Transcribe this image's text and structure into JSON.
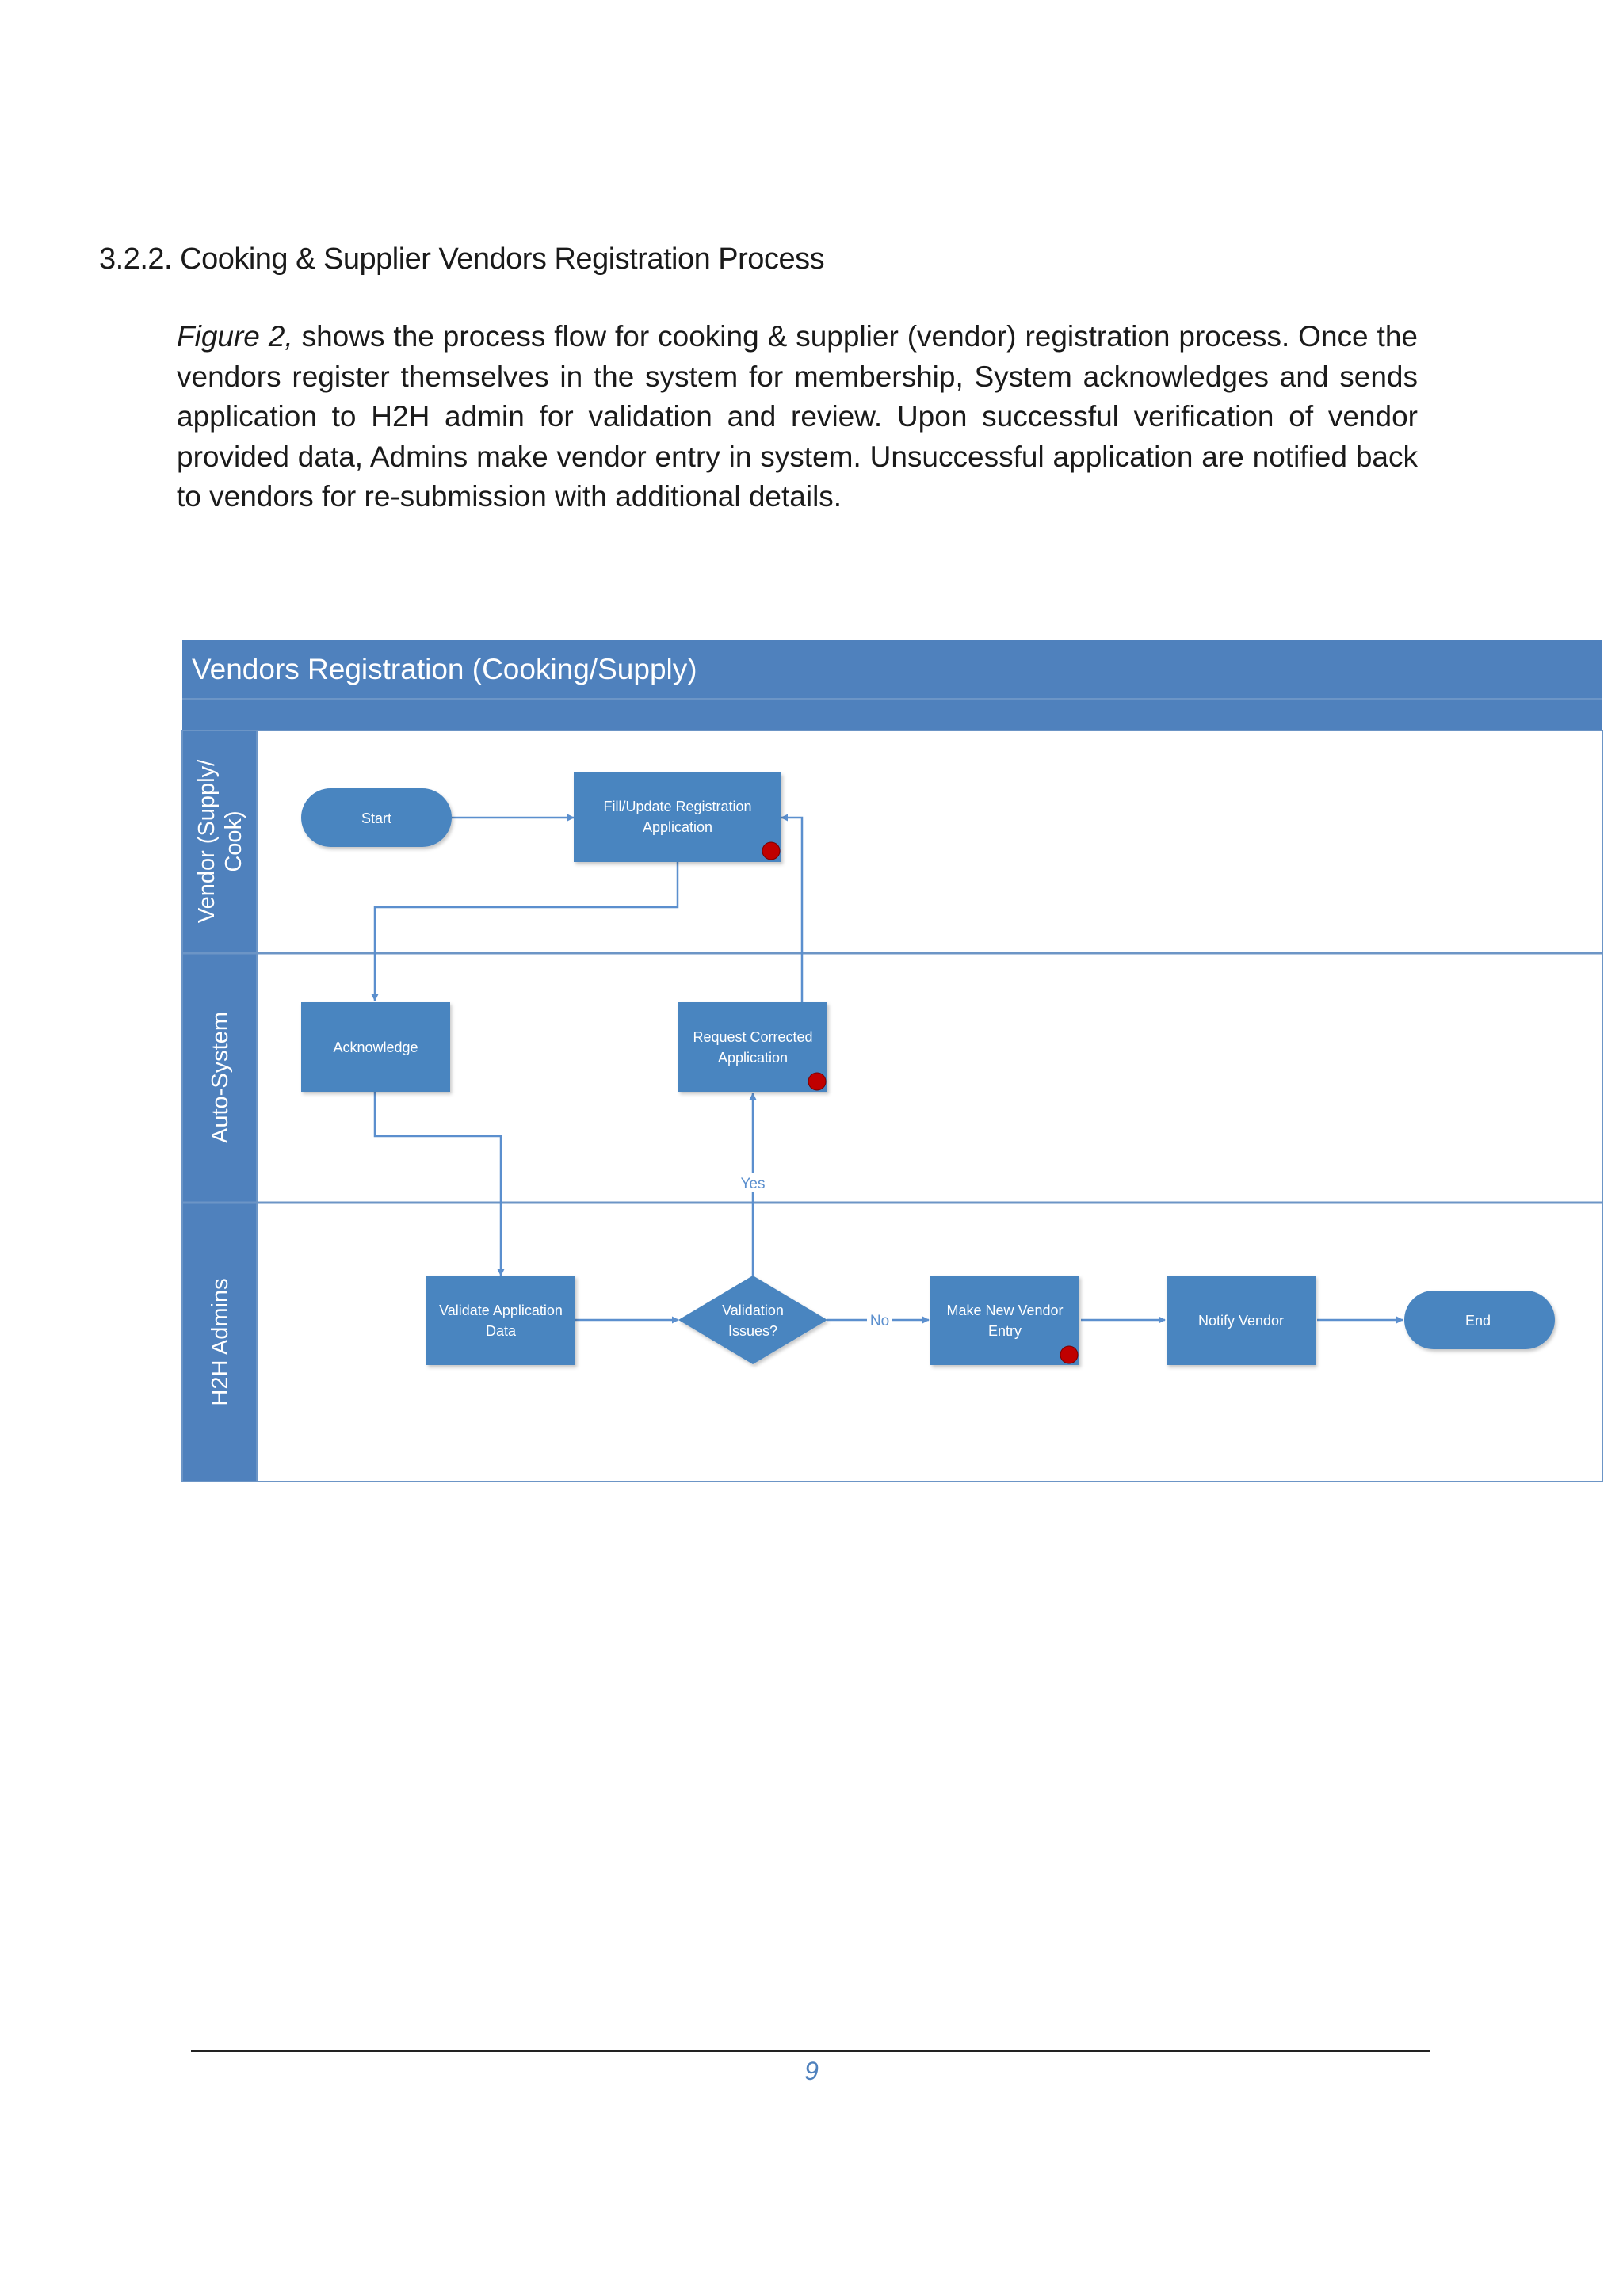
{
  "document": {
    "heading": "3.2.2. Cooking & Supplier Vendors Registration Process",
    "paragraph": {
      "figure_ref": "Figure 2,",
      "text": " shows the process flow for cooking & supplier (vendor) registration process. Once the vendors register themselves in the system for membership, System acknowledges and sends application to H2H admin for validation and review. Upon successful verification of vendor provided data, Admins make vendor entry in system. Unsuccessful application are notified back to vendors for re-submission with additional details."
    },
    "page_number": "9"
  },
  "diagram": {
    "title": "Vendors Registration (Cooking/Supply)",
    "lanes": {
      "vendor": {
        "line1": "Vendor (Supply/",
        "line2": "Cook)"
      },
      "system": "Auto-System",
      "admins": "H2H Admins"
    },
    "nodes": {
      "start": "Start",
      "fill": {
        "line1": "Fill/Update Registration",
        "line2": "Application"
      },
      "acknowledge": "Acknowledge",
      "request": {
        "line1": "Request Corrected",
        "line2": "Application"
      },
      "validate": {
        "line1": "Validate Application",
        "line2": "Data"
      },
      "decision": {
        "line1": "Validation",
        "line2": "Issues?"
      },
      "make_entry": {
        "line1": "Make New Vendor",
        "line2": "Entry"
      },
      "notify": "Notify Vendor",
      "end": "End"
    },
    "edge_labels": {
      "yes": "Yes",
      "no": "No"
    },
    "colors": {
      "header": "#4f81bd",
      "shape_fill": "#4a85c0",
      "connector": "#5b8fce",
      "lane_border": "#6c95c6",
      "marker": "#c00000"
    }
  }
}
